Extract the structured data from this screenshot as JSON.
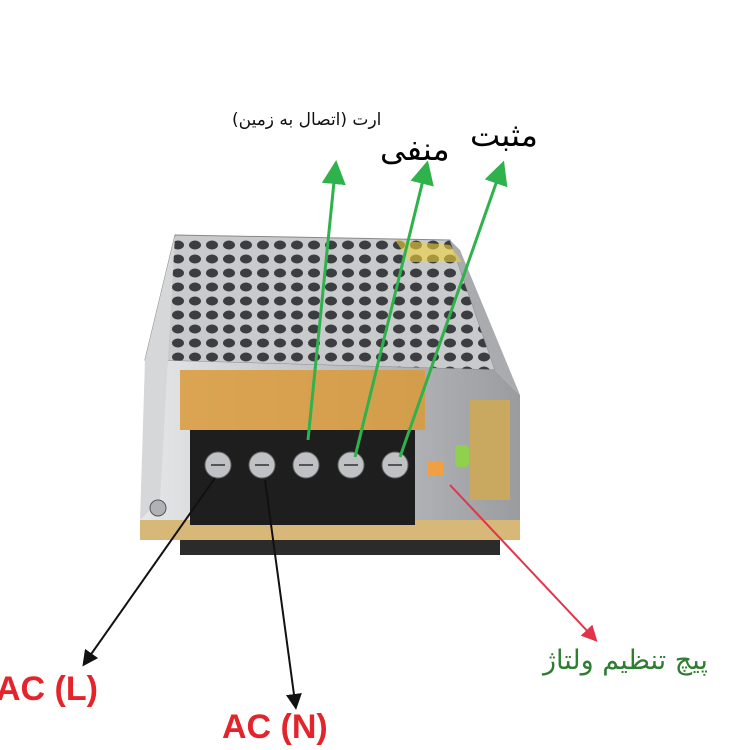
{
  "labels": {
    "earth": "ارت (اتصال به زمین)",
    "positive": "مثبت",
    "negative": "منفی",
    "voltage_adjust": "پیچ تنظیم ولتاژ",
    "ac_l": "AC (L)",
    "ac_n": "AC (N)"
  },
  "colors": {
    "green_arrow": "#2fb24c",
    "black_arrow": "#111111",
    "red_arrow": "#e0344a",
    "ac_text": "#e3242b",
    "adjust_text": "#2e7d32"
  },
  "terminal_count": 5
}
